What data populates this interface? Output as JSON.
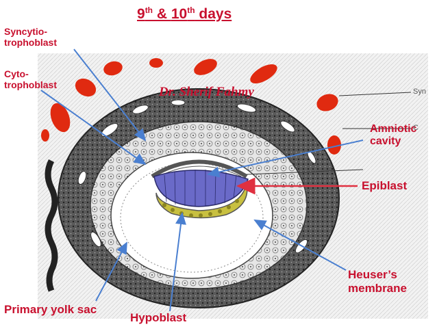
{
  "title": {
    "n1": "9",
    "sup1": "th",
    "amp": " & ",
    "n2": "10",
    "sup2": "th",
    "word": " days"
  },
  "signature": "Dr. Sherif Fahmy",
  "labels": {
    "syncytiotrophoblast": [
      "Syncytio-",
      "trophoblast"
    ],
    "cytotrophoblast": [
      "Cyto-",
      "trophoblast"
    ],
    "amniotic_cavity": [
      "Amniotic",
      "cavity"
    ],
    "epiblast": "Epiblast",
    "heusers_membrane": [
      "Heuser’s",
      "membrane"
    ],
    "primary_yolk_sac": "Primary yolk sac",
    "hypoblast": "Hypoblast"
  },
  "edge_stubs": [
    "Syn",
    "C"
  ],
  "colors": {
    "label_red": "#c8102e",
    "label_blue": "#1f5ab0",
    "arrow_blue": "#4a7fd0",
    "arrow_red": "#e03040",
    "syncytio": "#555555",
    "cyto": "#d9d9d9",
    "epiblast": "#6a6ac8",
    "hypoblast": "#c8c040",
    "lacunae_blood": "#e02a10",
    "endometrium": "#efefef"
  }
}
